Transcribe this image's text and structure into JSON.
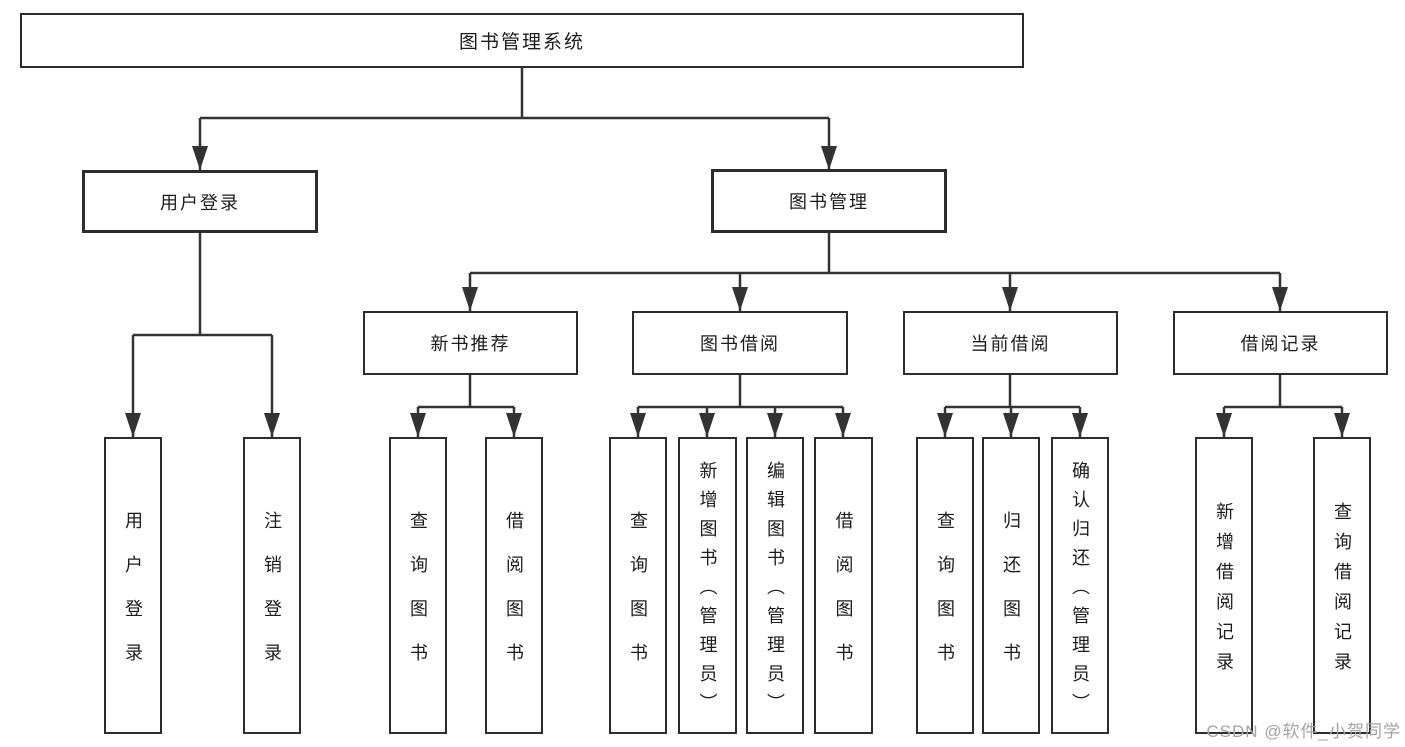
{
  "colors": {
    "line": "#333333",
    "border": "#2d2d2d",
    "text": "#1c1c1c",
    "background": "#ffffff",
    "watermark": "#a3a3a3"
  },
  "watermark": {
    "text": "CSDN @软件_小贺同学"
  },
  "tree": {
    "root": {
      "label": "图书管理系统"
    },
    "level2": [
      {
        "label": "用户登录",
        "children": [
          {
            "label": "用户登录"
          },
          {
            "label": "注销登录"
          }
        ]
      },
      {
        "label": "图书管理",
        "children": [
          {
            "label": "新书推荐",
            "children": [
              {
                "label": "查询图书"
              },
              {
                "label": "借阅图书"
              }
            ]
          },
          {
            "label": "图书借阅",
            "children": [
              {
                "label": "查询图书"
              },
              {
                "label": "新增图书（管理员）"
              },
              {
                "label": "编辑图书（管理员）"
              },
              {
                "label": "借阅图书"
              }
            ]
          },
          {
            "label": "当前借阅",
            "children": [
              {
                "label": "查询图书"
              },
              {
                "label": "归还图书"
              },
              {
                "label": "确认归还（管理员）"
              }
            ]
          },
          {
            "label": "借阅记录",
            "children": [
              {
                "label": "新增借阅记录"
              },
              {
                "label": "查询借阅记录"
              }
            ]
          }
        ]
      }
    ]
  }
}
